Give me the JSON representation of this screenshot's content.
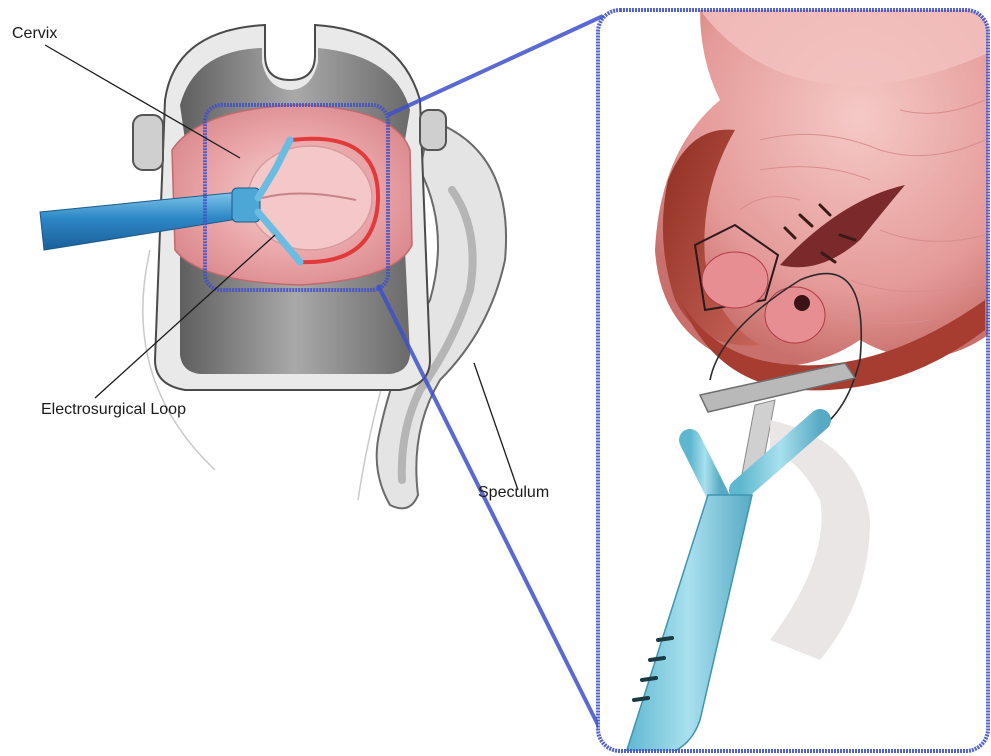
{
  "labels": {
    "cervix": "Cervix",
    "loop": "Electrosurgical Loop",
    "speculum": "Speculum"
  },
  "colors": {
    "tissue": "#e9a3a6",
    "tissue_dark": "#b4534c",
    "instrument": "#7cc8de",
    "speculum": "#8f8f8f",
    "zoom_outline": "#3f51c9",
    "loop_wire": "#e23a3a"
  },
  "icons": {
    "instrument": "electrosurgical-loop-handle",
    "frame": "speculum"
  }
}
